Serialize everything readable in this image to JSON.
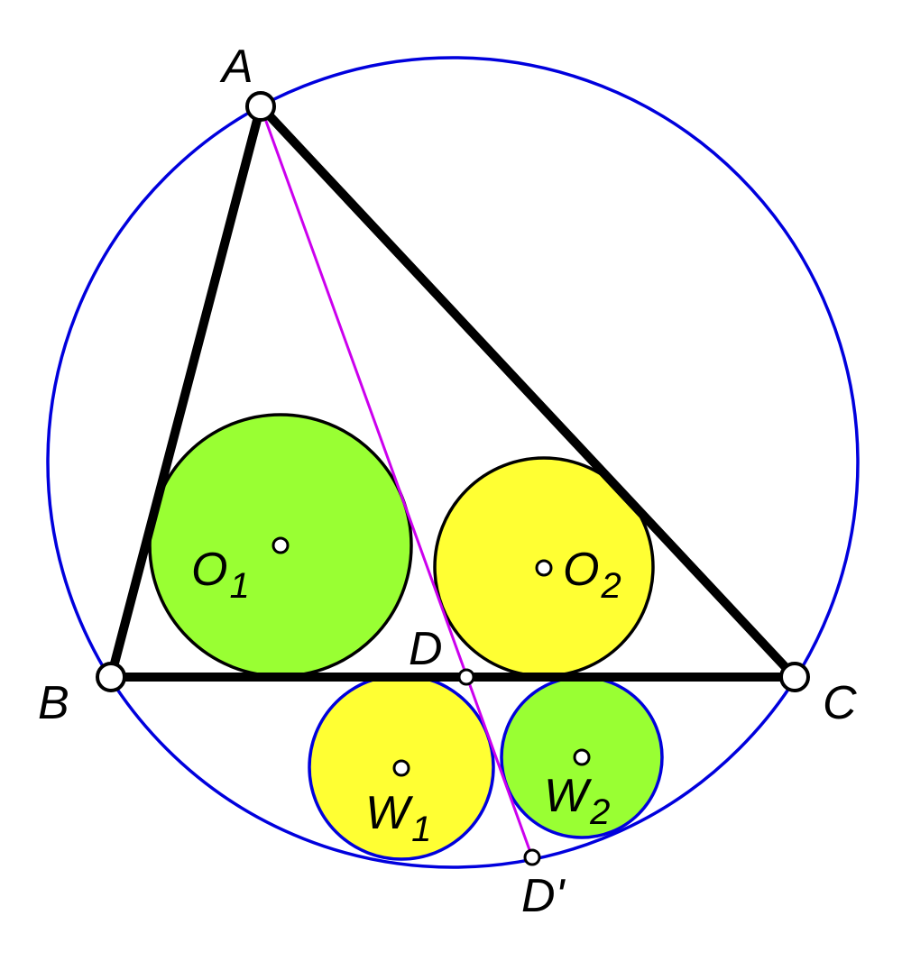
{
  "labels": {
    "A": "A",
    "B": "B",
    "C": "C",
    "D": "D",
    "D_prime": "D'",
    "O1": "O",
    "O1_sub": "1",
    "O2": "O",
    "O2_sub": "2",
    "W1": "W",
    "W1_sub": "1",
    "W2": "W",
    "W2_sub": "2"
  },
  "colors": {
    "circumcircle": "#0000dd",
    "cevian": "#cc00ee",
    "triangle": "#000000",
    "green_fill": "#99ff33",
    "yellow_fill": "#ffff33",
    "point_fill": "#ffffff"
  }
}
